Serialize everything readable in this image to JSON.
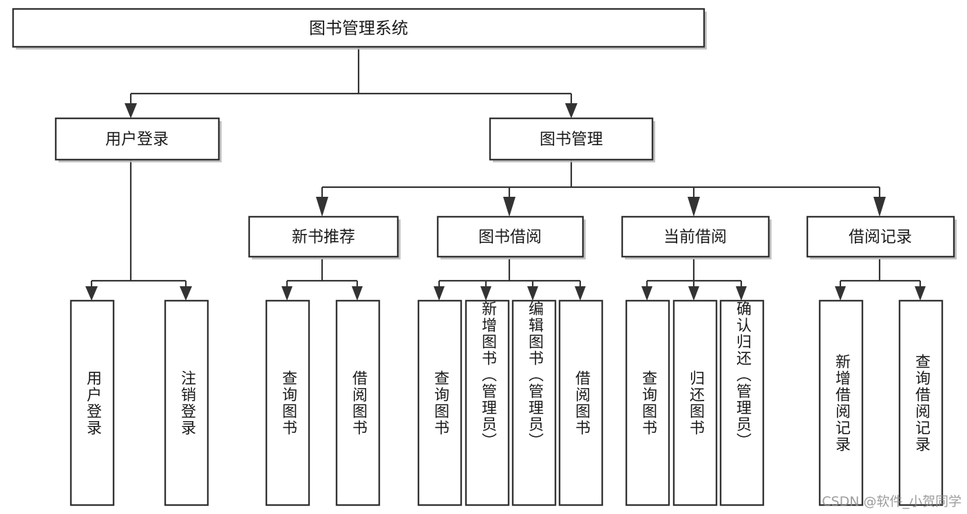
{
  "diagram": {
    "type": "tree-hierarchy",
    "title": "图书管理系统",
    "root": {
      "id": "root",
      "label": "图书管理系统"
    },
    "level1": [
      {
        "id": "user-login",
        "label": "用户登录"
      },
      {
        "id": "book-manage",
        "label": "图书管理"
      }
    ],
    "level2": [
      {
        "id": "new-book-recommend",
        "label": "新书推荐",
        "parent": "book-manage"
      },
      {
        "id": "book-borrow",
        "label": "图书借阅",
        "parent": "book-manage"
      },
      {
        "id": "current-borrow",
        "label": "当前借阅",
        "parent": "book-manage"
      },
      {
        "id": "borrow-record",
        "label": "借阅记录",
        "parent": "book-manage"
      }
    ],
    "leaves": [
      {
        "id": "leaf-user-login",
        "label": "用户登录",
        "parent": "user-login"
      },
      {
        "id": "leaf-logout-login",
        "label": "注销登录",
        "parent": "user-login"
      },
      {
        "id": "leaf-query-book-1",
        "label": "查询图书",
        "parent": "new-book-recommend"
      },
      {
        "id": "leaf-borrow-book-1",
        "label": "借阅图书",
        "parent": "new-book-recommend"
      },
      {
        "id": "leaf-query-book-2",
        "label": "查询图书",
        "parent": "book-borrow"
      },
      {
        "id": "leaf-add-book",
        "label": "新增图书（管理员）",
        "parent": "book-borrow"
      },
      {
        "id": "leaf-edit-book",
        "label": "编辑图书（管理员）",
        "parent": "book-borrow"
      },
      {
        "id": "leaf-borrow-book-2",
        "label": "借阅图书",
        "parent": "book-borrow"
      },
      {
        "id": "leaf-query-book-3",
        "label": "查询图书",
        "parent": "current-borrow"
      },
      {
        "id": "leaf-return-book",
        "label": "归还图书",
        "parent": "current-borrow"
      },
      {
        "id": "leaf-confirm-return",
        "label": "确认归还（管理员）",
        "parent": "current-borrow"
      },
      {
        "id": "leaf-add-record",
        "label": "新增借阅记录",
        "parent": "borrow-record"
      },
      {
        "id": "leaf-query-record",
        "label": "查询借阅记录",
        "parent": "borrow-record"
      }
    ]
  },
  "watermark": {
    "text": "CSDN @软件_小贺同学"
  },
  "colors": {
    "box_stroke": "#333333",
    "box_fill": "#ffffff",
    "edge": "#333333",
    "text": "#1a1a1a",
    "shadow": "#b8b8b8",
    "background": "#ffffff",
    "watermark": "#8c8c8c"
  }
}
